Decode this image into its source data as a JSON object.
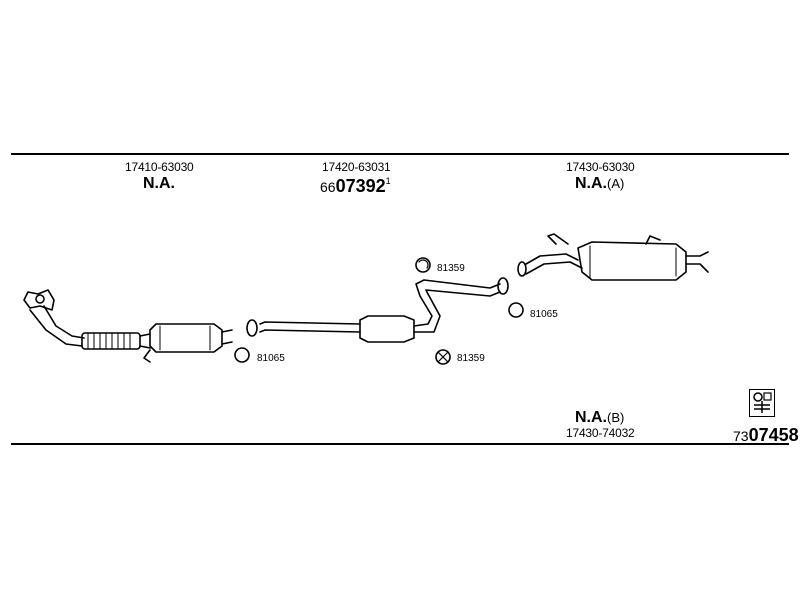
{
  "sections": [
    {
      "part_number": "17410-63030",
      "status": "N.A."
    },
    {
      "part_number": "17420-63031",
      "ref_prefix": "66",
      "ref_number": "07392",
      "ref_superscript": "1"
    },
    {
      "part_number": "17430-63030",
      "status": "N.A.",
      "status_variant": "(A)"
    }
  ],
  "variant_b": {
    "status": "N.A.",
    "status_variant": "(B)",
    "part_number": "17430-74032"
  },
  "callouts": {
    "clamp_top": "81359",
    "ring_right": "81065",
    "ring_left": "81065",
    "clamp_bottom": "81359"
  },
  "diagram_ref": {
    "prefix": "73",
    "number": "07458"
  }
}
